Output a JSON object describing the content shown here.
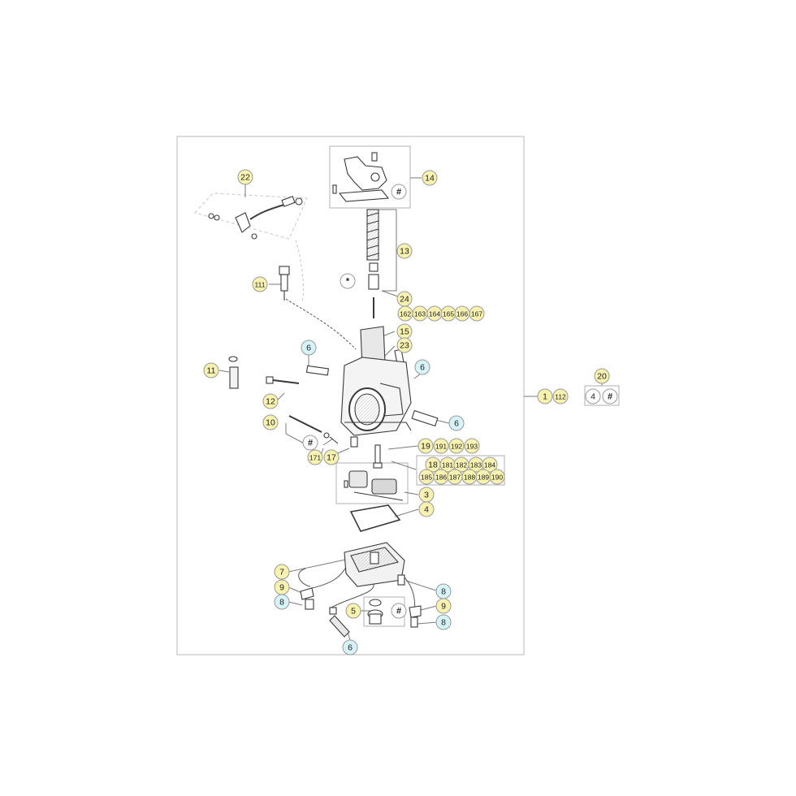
{
  "colors": {
    "callout_yellow": "#f7f2b0",
    "callout_cyan": "#d6f3f8",
    "callout_white": "#ffffff",
    "callout_stroke": "#9a9a9a",
    "frame_stroke": "#b8b8b8",
    "part_stroke": "#3a3a3a",
    "leader": "#7a7a7a"
  },
  "callouts": {
    "c14": "14",
    "c14h": "#",
    "c22": "22",
    "c13": "13",
    "cstar": "*",
    "c24": "24",
    "c111": "111",
    "c162": "162",
    "c163": "163",
    "c164": "164",
    "c165": "165",
    "c166": "166",
    "c167": "167",
    "c15": "15",
    "c23": "23",
    "c6a": "6",
    "c11": "11",
    "c6b": "6",
    "c20": "20",
    "c20a": "4",
    "c20b": "#",
    "c1": "1",
    "c112": "112",
    "c12": "12",
    "c6c": "6",
    "c10": "10",
    "c10h": "#",
    "c19": "19",
    "c191": "191",
    "c192": "192",
    "c193": "193",
    "c171": "171",
    "c17": "17",
    "c18": "18",
    "c181": "181",
    "c182": "182",
    "c183": "183",
    "c184": "184",
    "c185": "185",
    "c186": "186",
    "c187": "187",
    "c188": "188",
    "c189": "189",
    "c190": "190",
    "c3": "3",
    "c4": "4",
    "c7": "7",
    "c9a": "9",
    "c8a": "8",
    "c8b": "8",
    "c5": "5",
    "c5h": "#",
    "c9b": "9",
    "c8c": "8",
    "c6d": "6"
  }
}
